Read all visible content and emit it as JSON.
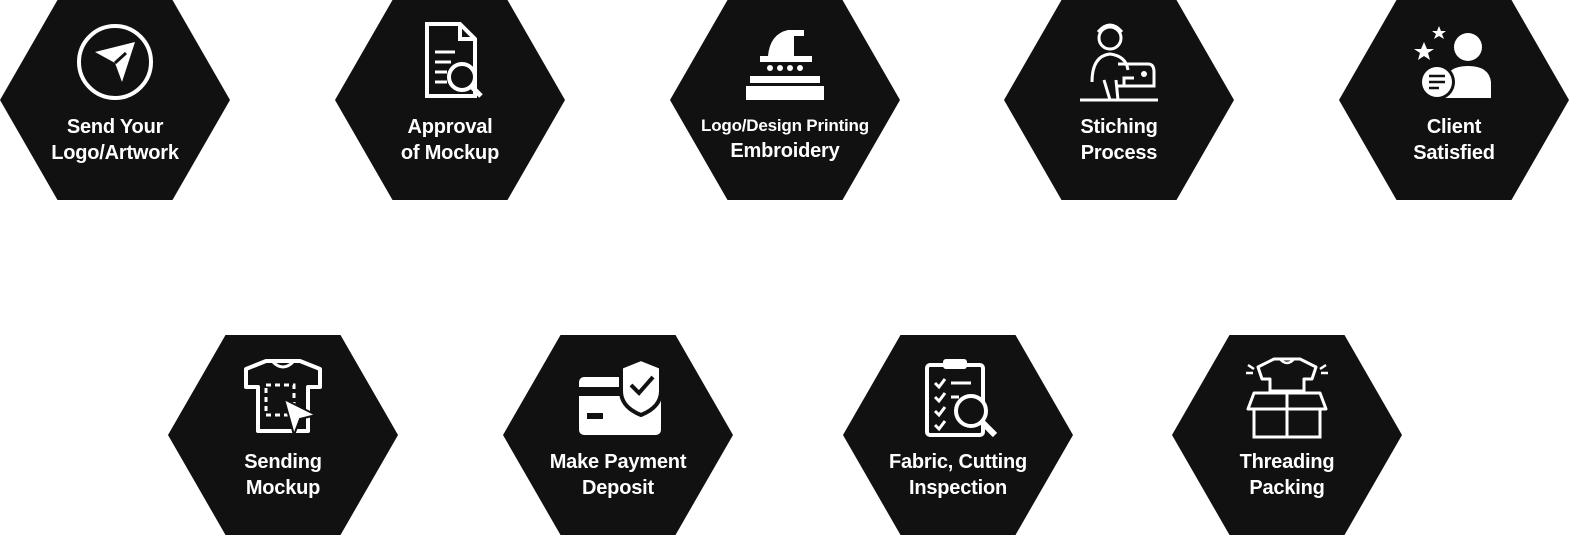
{
  "steps": [
    {
      "line1": "Send Your",
      "line2": "Logo/Artwork",
      "icon": "send-icon"
    },
    {
      "line1": "Approval",
      "line2": "of Mockup",
      "icon": "document-search-icon"
    },
    {
      "line1": "Logo/Design Printing",
      "line2": "Embroidery",
      "icon": "press-machine-icon"
    },
    {
      "line1": "Stiching",
      "line2": "Process",
      "icon": "tailor-sewing-icon"
    },
    {
      "line1": "Client",
      "line2": "Satisfied",
      "icon": "client-rating-icon"
    },
    {
      "line1": "Sending",
      "line2": "Mockup",
      "icon": "shirt-design-icon"
    },
    {
      "line1": "Make Payment",
      "line2": "Deposit",
      "icon": "secure-payment-icon"
    },
    {
      "line1": "Fabric, Cutting",
      "line2": "Inspection",
      "icon": "clipboard-inspection-icon"
    },
    {
      "line1": "Threading",
      "line2": "Packing",
      "icon": "shirt-box-icon"
    }
  ],
  "colors": {
    "hexagon": "#111111",
    "text": "#ffffff",
    "background": "#ffffff"
  }
}
